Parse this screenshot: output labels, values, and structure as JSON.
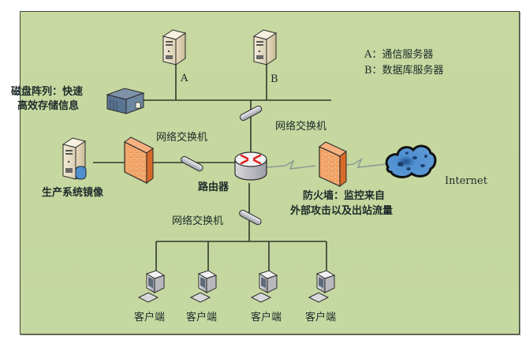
{
  "diagram": {
    "title": "",
    "legend": [
      {
        "key": "A",
        "text": "A：通信服务器"
      },
      {
        "key": "B",
        "text": "B：数据库服务器"
      }
    ],
    "nodes": {
      "server_a": {
        "label": "A",
        "icon": "server-icon"
      },
      "server_b": {
        "label": "B",
        "icon": "server-icon"
      },
      "disk_array": {
        "label_line1": "磁盘阵列：快速",
        "label_line2": "高效存储信息",
        "icon": "disk-array-icon"
      },
      "switch_top": {
        "label": "网络交换机",
        "icon": "switch-icon"
      },
      "switch_left": {
        "label": "网络交换机",
        "icon": "switch-icon"
      },
      "switch_bottom": {
        "label": "网络交换机",
        "icon": "switch-icon"
      },
      "router": {
        "label": "路由器",
        "icon": "router-icon"
      },
      "mirror_server": {
        "label": "生产系统镜像",
        "icon": "database-server-icon"
      },
      "firewall_left": {
        "icon": "firewall-icon"
      },
      "firewall_right": {
        "label_line1": "防火墙：监控来自",
        "label_line2": "外部攻击以及出站流量",
        "icon": "firewall-icon"
      },
      "internet": {
        "label": "Internet",
        "icon": "cloud-icon"
      },
      "clients": [
        {
          "label": "客户端",
          "icon": "computer-icon"
        },
        {
          "label": "客户端",
          "icon": "computer-icon"
        },
        {
          "label": "客户端",
          "icon": "computer-icon"
        },
        {
          "label": "客户端",
          "icon": "computer-icon"
        }
      ]
    },
    "colors": {
      "background": "#c7d8a0",
      "line": "#2f3a2a",
      "firewall": "#f0843c",
      "cloud": "#4f8fd0",
      "router_arrows": "#e02020"
    }
  }
}
